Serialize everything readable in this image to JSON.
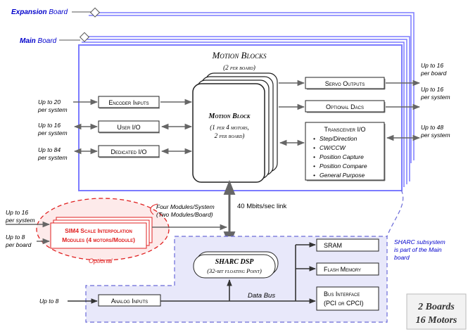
{
  "boards": {
    "expansion_label_1": "Expansion",
    "expansion_label_2": " Board",
    "main_label_1": "Main",
    "main_label_2": " Board"
  },
  "motion_blocks": {
    "title": "Motion Blocks",
    "subtitle": "(2 per board)",
    "block_title": "Motion Block",
    "block_sub_1": "(1 per 4 motors,",
    "block_sub_2": "2 per board)"
  },
  "inputs": [
    {
      "label": "Encoder Inputs",
      "note_1": "Up to 20",
      "note_2": "per system"
    },
    {
      "label": "User I/O",
      "note_1": "Up to 16",
      "note_2": "per system"
    },
    {
      "label": "Dedicated I/O",
      "note_1": "Up to 84",
      "note_2": "per system"
    }
  ],
  "outputs": [
    {
      "label": "Servo Outputs",
      "note_1": "Up to 16",
      "note_2": "per board"
    },
    {
      "label": "Optional Dacs",
      "note_1": "Up to 16",
      "note_2": "per system"
    },
    {
      "label": "Transceiver I/O",
      "note_1": "Up to 48",
      "note_2": "per system"
    }
  ],
  "transceiver_items": [
    "Step/Direction",
    "CW/CCW",
    "Position Capture",
    "Position Compare",
    "General Purpose"
  ],
  "link_label": "40 Mbits/sec link",
  "sim4": {
    "line_1": "SIM4 Scale Interpolation",
    "line_2": "Modules (4 motors/Module)",
    "optional": "Optional",
    "modules_1": "Four Modules/System",
    "modules_2": "(Two Modules/Board)",
    "in_a_1": "Up to 16",
    "in_a_2": "per system",
    "in_b_1": "Up to 8",
    "in_b_2": "per board"
  },
  "sharc": {
    "title": "SHARC DSP",
    "sub": "(32-bit floating Point)",
    "note_1": "SHARC subsystem",
    "note_2": "is part of the Main",
    "note_3": "board",
    "sram": "SRAM",
    "flash": "Flash Memory",
    "bus_1": "Bus Interface",
    "bus_2": "(PCI or CPCI)",
    "data_bus": "Data Bus",
    "analog": "Analog Inputs",
    "analog_note": "Up to 8"
  },
  "summary": {
    "line_1": "2 Boards",
    "line_2": "16 Motors"
  },
  "colors": {
    "board_border": "#7b7bff",
    "board_label": "#0000cc",
    "sim4": "#e02020",
    "sharc_bg": "#e8e8fa",
    "sharc_border": "#6a6ad8"
  }
}
